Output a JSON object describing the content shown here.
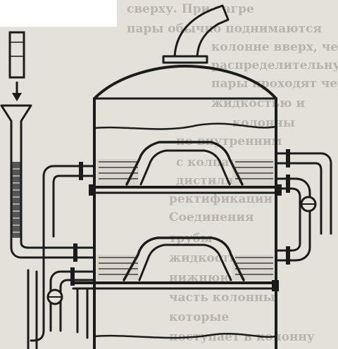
{
  "diagram": {
    "kind": "bubble-cap distillation column (sectional drawing)",
    "palette": {
      "paper": "#e4e1da",
      "ink": "#1b1b1b",
      "liquid": "#2a2a2a",
      "show_through_text": "#b9b4ab",
      "blank_corner": "#ffffff"
    },
    "icons": [
      "down-arrow-icon",
      "valve-icon"
    ]
  },
  "show_through_text": [
    "сверху. При нагре",
    "пары обычно поднимаются",
    "колонне вверх, через",
    "распределительную",
    "пары проходят через",
    "жидкостью и",
    "колонны",
    "по внутренним",
    "с колпачками",
    "дистилляции",
    "ректификации",
    "Соединения",
    "трубы",
    "жидкости",
    "нижнюю",
    "часть колонны",
    "которые",
    "поступает в колонну"
  ]
}
